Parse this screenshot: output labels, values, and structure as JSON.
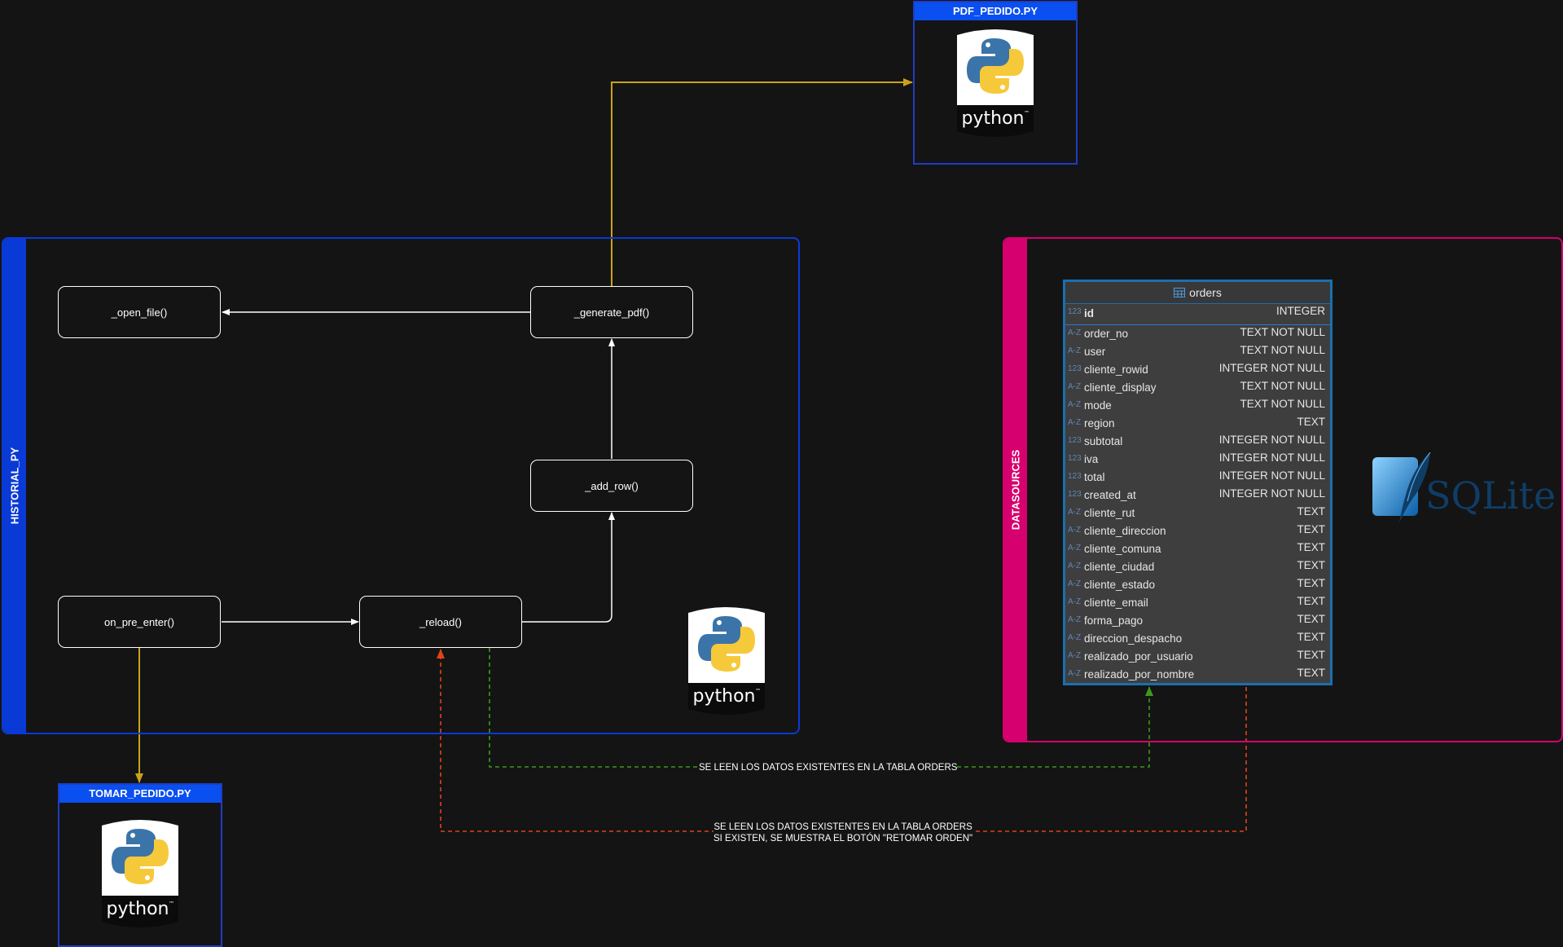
{
  "containers": {
    "historial": {
      "label": "HISTORIAL_PY",
      "color": "#0a3ad6"
    },
    "datasources": {
      "label": "DATASOURCES",
      "color": "#d6006e"
    }
  },
  "files": {
    "pdf_pedido": "PDF_PEDIDO.PY",
    "tomar_pedido": "TOMAR_PEDIDO.PY"
  },
  "nodes": {
    "open_file": "_open_file()",
    "generate_pdf": "_generate_pdf()",
    "add_row": "_add_row()",
    "on_pre_enter": "on_pre_enter()",
    "reload": "_reload()"
  },
  "python_logo": {
    "text": "python",
    "tm": "™",
    "blue": "#3b74a8",
    "yellow": "#f6c93a"
  },
  "table": {
    "name": "orders",
    "columns": [
      {
        "icon": "123",
        "name": "id",
        "type": "INTEGER"
      },
      {
        "icon": "A-Z",
        "name": "order_no",
        "type": "TEXT NOT NULL"
      },
      {
        "icon": "A-Z",
        "name": "user",
        "type": "TEXT NOT NULL"
      },
      {
        "icon": "123",
        "name": "cliente_rowid",
        "type": "INTEGER NOT NULL"
      },
      {
        "icon": "A-Z",
        "name": "cliente_display",
        "type": "TEXT NOT NULL"
      },
      {
        "icon": "A-Z",
        "name": "mode",
        "type": "TEXT NOT NULL"
      },
      {
        "icon": "A-Z",
        "name": "region",
        "type": "TEXT"
      },
      {
        "icon": "123",
        "name": "subtotal",
        "type": "INTEGER NOT NULL"
      },
      {
        "icon": "123",
        "name": "iva",
        "type": "INTEGER NOT NULL"
      },
      {
        "icon": "123",
        "name": "total",
        "type": "INTEGER NOT NULL"
      },
      {
        "icon": "123",
        "name": "created_at",
        "type": "INTEGER NOT NULL"
      },
      {
        "icon": "A-Z",
        "name": "cliente_rut",
        "type": "TEXT"
      },
      {
        "icon": "A-Z",
        "name": "cliente_direccion",
        "type": "TEXT"
      },
      {
        "icon": "A-Z",
        "name": "cliente_comuna",
        "type": "TEXT"
      },
      {
        "icon": "A-Z",
        "name": "cliente_ciudad",
        "type": "TEXT"
      },
      {
        "icon": "A-Z",
        "name": "cliente_estado",
        "type": "TEXT"
      },
      {
        "icon": "A-Z",
        "name": "cliente_email",
        "type": "TEXT"
      },
      {
        "icon": "A-Z",
        "name": "forma_pago",
        "type": "TEXT"
      },
      {
        "icon": "A-Z",
        "name": "direccion_despacho",
        "type": "TEXT"
      },
      {
        "icon": "A-Z",
        "name": "realizado_por_usuario",
        "type": "TEXT"
      },
      {
        "icon": "A-Z",
        "name": "realizado_por_nombre",
        "type": "TEXT"
      }
    ]
  },
  "sqlite_logo": {
    "text": "SQLite",
    "color": "#0f3d66"
  },
  "edge_labels": {
    "green": "SE LEEN LOS DATOS EXISTENTES EN LA TABLA ORDERS",
    "red_line1": "SE LEEN LOS DATOS EXISTENTES EN LA TABLA ORDERS",
    "red_line2": "SI EXISTEN, SE MUESTRA EL BOTÓN \"RETOMAR ORDEN\""
  },
  "colors": {
    "gold_edge": "#c9a21b",
    "white_edge": "#ffffff",
    "green_edge": "#3a9a16",
    "red_edge": "#e0431a"
  }
}
